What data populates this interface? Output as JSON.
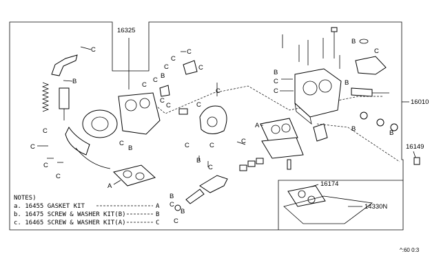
{
  "part_numbers": {
    "top_callout": "16325",
    "assembly": "16010",
    "side_part": "16149",
    "gasket": "16174",
    "plate": "14330N"
  },
  "letters": {
    "a": "A",
    "b": "B",
    "c": "C"
  },
  "notes": {
    "header": "NOTES)",
    "lines": [
      "a. 16455  GASKET KIT",
      "b. 16475  SCREW & WASHER KIT(B)",
      "c. 16465  SCREW & WASHER KIT(A)"
    ],
    "refs": [
      "A",
      "B",
      "C"
    ]
  },
  "footer_code": "^:60  0:3"
}
